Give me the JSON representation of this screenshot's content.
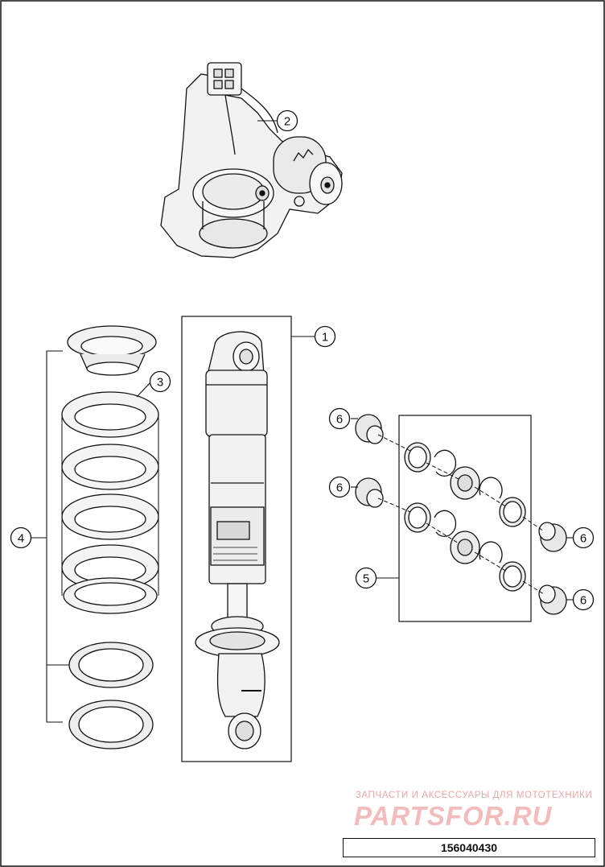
{
  "callouts": {
    "c1": "1",
    "c2": "2",
    "c3": "3",
    "c4": "4",
    "c5": "5",
    "c6a": "6",
    "c6b": "6",
    "c6c": "6",
    "c6d": "6"
  },
  "watermark": {
    "tagline": "ЗАПЧАСТИ И АКСЕССУАРЫ ДЛЯ МОТОТЕХНИКИ",
    "site": "PARTSFOR.RU"
  },
  "diagram_code": "156040430",
  "colors": {
    "line": "#111111",
    "part_fill": "#f2f2f2",
    "watermark": "#f2bcbc"
  }
}
